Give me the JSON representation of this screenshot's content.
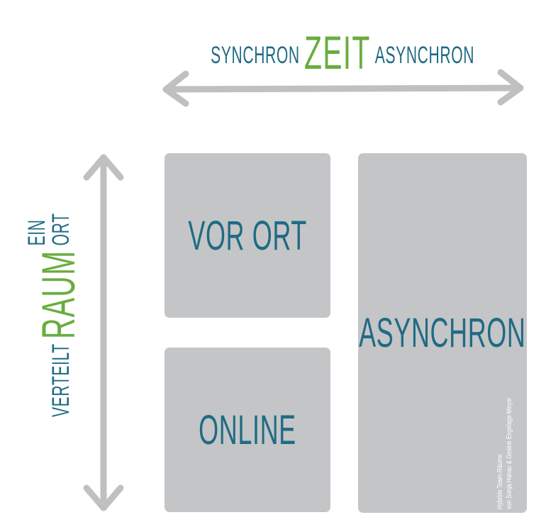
{
  "time_axis": {
    "left_label": "SYNCHRON",
    "center_label": "ZEIT",
    "right_label": "ASYNCHRON"
  },
  "space_axis": {
    "bottom_label": "VERTEILT",
    "center_label": "RAUM",
    "top_label": "EIN ORT"
  },
  "quadrants": {
    "top_left": "VOR ORT",
    "bottom_left": "ONLINE",
    "right": "ASYNCHRON"
  },
  "credit": {
    "line1": "Hybride Team-Räume",
    "line2": "von Sonja Hanau & Gesine Engelage-Meyer"
  },
  "colors": {
    "accent_green": "#6aad3e",
    "label_teal": "#1f6b84",
    "box_gray": "#c4c5c7",
    "arrow_gray": "#bfc0c2"
  }
}
